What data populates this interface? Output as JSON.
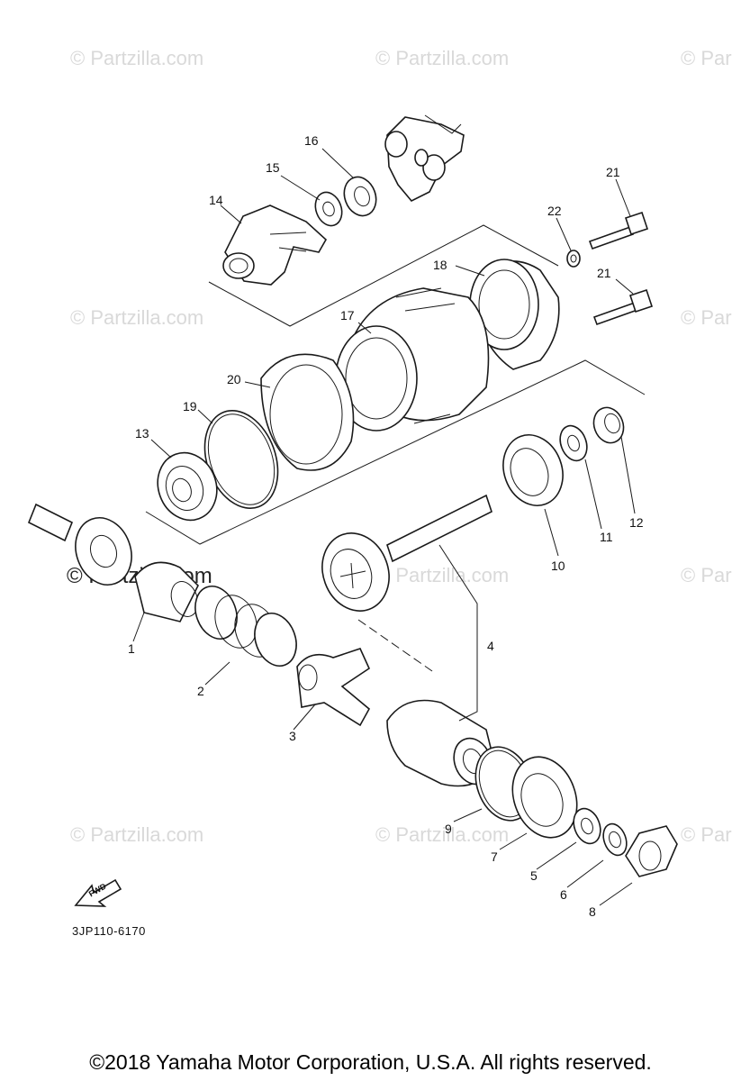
{
  "watermark_text": "© Partzilla.com",
  "watermark_partial": "© Par",
  "diagram_code": "3JP110-6170",
  "fwd_label": "FWD",
  "footer": "©2018  Yamaha Motor Corporation, U.S.A. All rights reserved.",
  "callouts": [
    "1",
    "2",
    "3",
    "4",
    "5",
    "6",
    "7",
    "8",
    "9",
    "10",
    "11",
    "12",
    "13",
    "14",
    "15",
    "16",
    "17",
    "18",
    "19",
    "20",
    "21",
    "21",
    "22"
  ]
}
